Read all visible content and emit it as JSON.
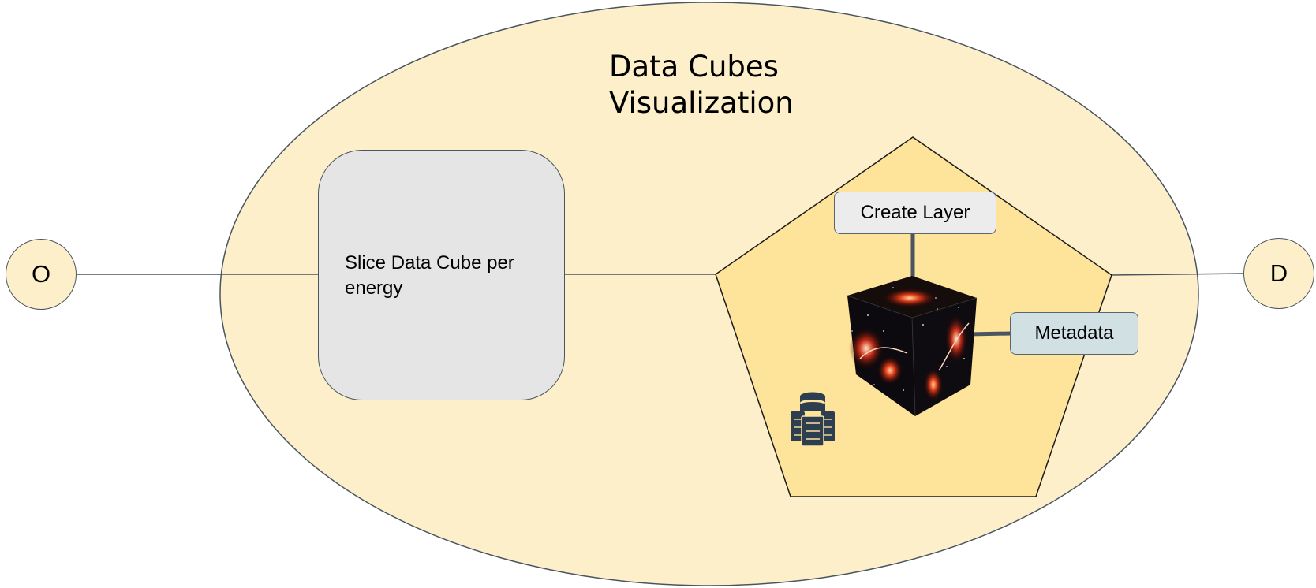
{
  "diagram": {
    "title_line1": "Data Cubes",
    "title_line2": "Visualization",
    "origin_label": "O",
    "destination_label": "D",
    "process": {
      "label_line1": "Slice Data Cube per",
      "label_line2": "energy"
    },
    "pentagon": {
      "create_layer_label": "Create Layer",
      "metadata_label": "Metadata"
    },
    "icons": [
      "data-cube-image",
      "database-server-icon"
    ],
    "colors": {
      "ellipse_fill": "#fdefc9",
      "pentagon_fill": "#fde49a",
      "process_fill": "#e5e5e5",
      "metadata_fill": "#d0e0e3",
      "line": "#4a5560"
    }
  }
}
